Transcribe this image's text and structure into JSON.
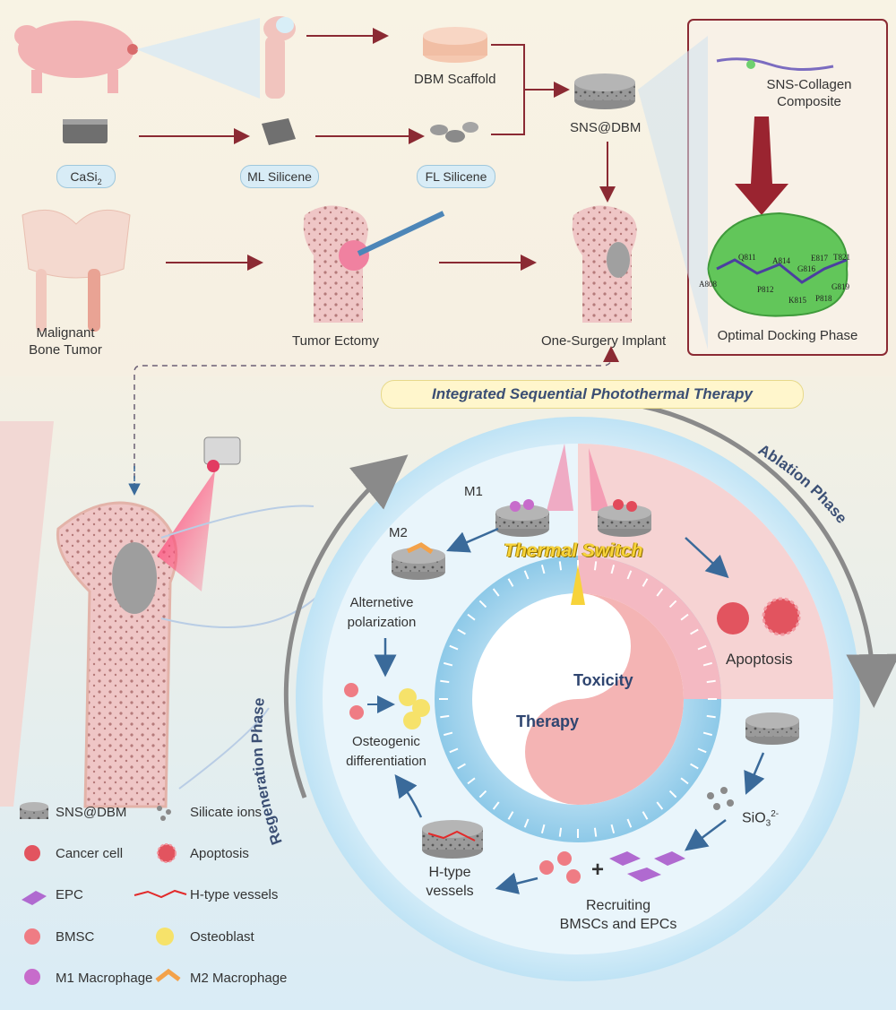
{
  "top": {
    "dbm_scaffold": "DBM Scaffold",
    "sns_dbm": "SNS@DBM",
    "casi2": "CaSi",
    "casi2_sub": "2",
    "ml_silicene": "ML Silicene",
    "fl_silicene": "FL Silicene",
    "malignant_1": "Malignant",
    "malignant_2": "Bone Tumor",
    "tumor_ectomy": "Tumor Ectomy",
    "one_surgery": "One-Surgery Implant"
  },
  "docking": {
    "composite_1": "SNS-Collagen",
    "composite_2": "Composite",
    "phase": "Optimal Docking Phase",
    "residues": [
      "Q811",
      "A814",
      "E817",
      "T821",
      "A808",
      "P812",
      "G816",
      "K815",
      "P818",
      "G819"
    ]
  },
  "center": {
    "banner": "Integrated Sequential Photothermal Therapy",
    "ablation_phase": "Ablation Phase",
    "regeneration_phase": "Regeneration Phase",
    "thermal_switch": "Thermal Switch",
    "toxicity": "Toxicity",
    "therapy": "Therapy",
    "m1": "M1",
    "m2": "M2",
    "alt_1": "Alternetive",
    "alt_2": "polarization",
    "osteo_1": "Osteogenic",
    "osteo_2": "differentiation",
    "apoptosis": "Apoptosis",
    "sio3": "SiO",
    "sio3_sub": "3",
    "sio3_sup": "2-",
    "htype_1": "H-type",
    "htype_2": "vessels",
    "recruit_1": "Recruiting",
    "recruit_2": "BMSCs and EPCs"
  },
  "legend": [
    {
      "left": "SNS@DBM",
      "right": "Silicate ions"
    },
    {
      "left": "Cancer cell",
      "right": "Apoptosis"
    },
    {
      "left": "EPC",
      "right": "H-type vessels"
    },
    {
      "left": "BMSC",
      "right": "Osteoblast"
    },
    {
      "left": "M1 Macrophage",
      "right": "M2 Macrophage"
    }
  ],
  "colors": {
    "arrow": "#8b2a33",
    "blue_arrow": "#3a6a9a",
    "ring": "#bfe3f5",
    "toxicity_pink": "#f4b9b9",
    "banner_text": "#3b4f74",
    "thermal_switch": "#f7d33a"
  }
}
